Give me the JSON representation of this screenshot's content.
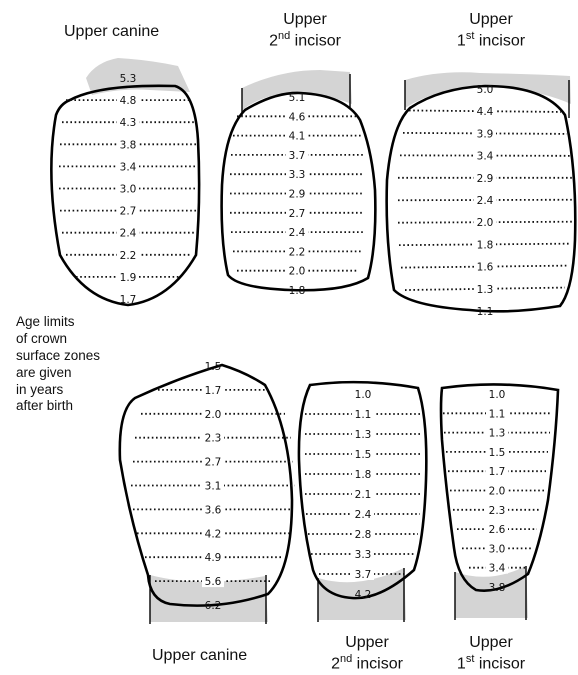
{
  "titles": {
    "top_canine": "Upper canine",
    "top_i2_line1": "Upper",
    "top_i2_line2a": "2",
    "top_i2_sup": "nd",
    "top_i2_line2b": " incisor",
    "top_i1_line1": "Upper",
    "top_i1_line2a": "1",
    "top_i1_sup": "st",
    "top_i1_line2b": " incisor",
    "bottom_canine": "Upper canine",
    "bottom_i2_line1": "Upper",
    "bottom_i2_line2a": "2",
    "bottom_i2_sup": "nd",
    "bottom_i2_line2b": " incisor",
    "bottom_i1_line1": "Upper",
    "bottom_i1_line2a": "1",
    "bottom_i1_sup": "st",
    "bottom_i1_line2b": " incisor"
  },
  "caption": [
    "Age limits",
    "of crown",
    "surface zones",
    "are given",
    "in years",
    "after birth"
  ],
  "colors": {
    "root_fill": "#d4d4d4",
    "outline": "#000000"
  },
  "teeth": {
    "top_canine": [
      "5.3",
      "4.8",
      "4.3",
      "3.8",
      "3.4",
      "3.0",
      "2.7",
      "2.4",
      "2.2",
      "1.9",
      "1.7"
    ],
    "top_i2": [
      "5.1",
      "4.6",
      "4.1",
      "3.7",
      "3.3",
      "2.9",
      "2.7",
      "2.4",
      "2.2",
      "2.0",
      "1.8"
    ],
    "top_i1": [
      "5.0",
      "4.4",
      "3.9",
      "3.4",
      "2.9",
      "2.4",
      "2.0",
      "1.8",
      "1.6",
      "1.3",
      "1.1"
    ],
    "bottom_canine": [
      "1.5",
      "1.7",
      "2.0",
      "2.3",
      "2.7",
      "3.1",
      "3.6",
      "4.2",
      "4.9",
      "5.6",
      "6.2"
    ],
    "bottom_i2": [
      "1.0",
      "1.1",
      "1.3",
      "1.5",
      "1.8",
      "2.1",
      "2.4",
      "2.8",
      "3.3",
      "3.7",
      "4.2"
    ],
    "bottom_i1": [
      "1.0",
      "1.1",
      "1.3",
      "1.5",
      "1.7",
      "2.0",
      "2.3",
      "2.6",
      "3.0",
      "3.4",
      "3.8"
    ]
  }
}
